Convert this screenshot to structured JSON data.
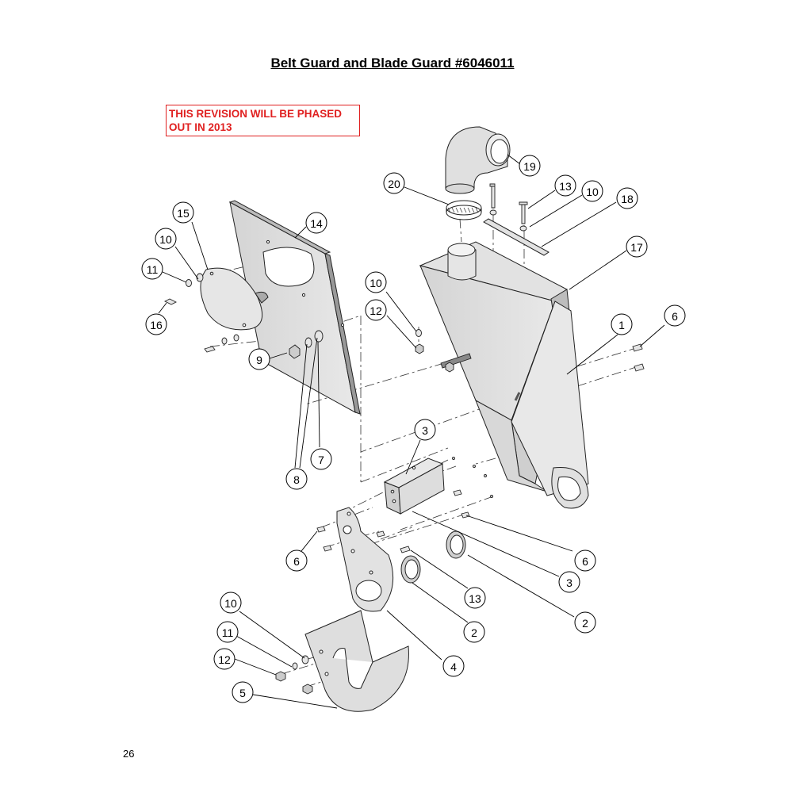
{
  "title": "Belt Guard and Blade Guard #6046011",
  "notice": [
    "THIS REVISION WILL BE PHASED",
    "OUT IN 2013"
  ],
  "page_number": "26",
  "callouts": [
    "19",
    "20",
    "13",
    "10",
    "18",
    "17",
    "15",
    "14",
    "10",
    "11",
    "16",
    "10",
    "12",
    "9",
    "8",
    "7",
    "1",
    "6",
    "3",
    "6",
    "6",
    "3",
    "13",
    "2",
    "2",
    "4",
    "10",
    "11",
    "12",
    "5"
  ]
}
